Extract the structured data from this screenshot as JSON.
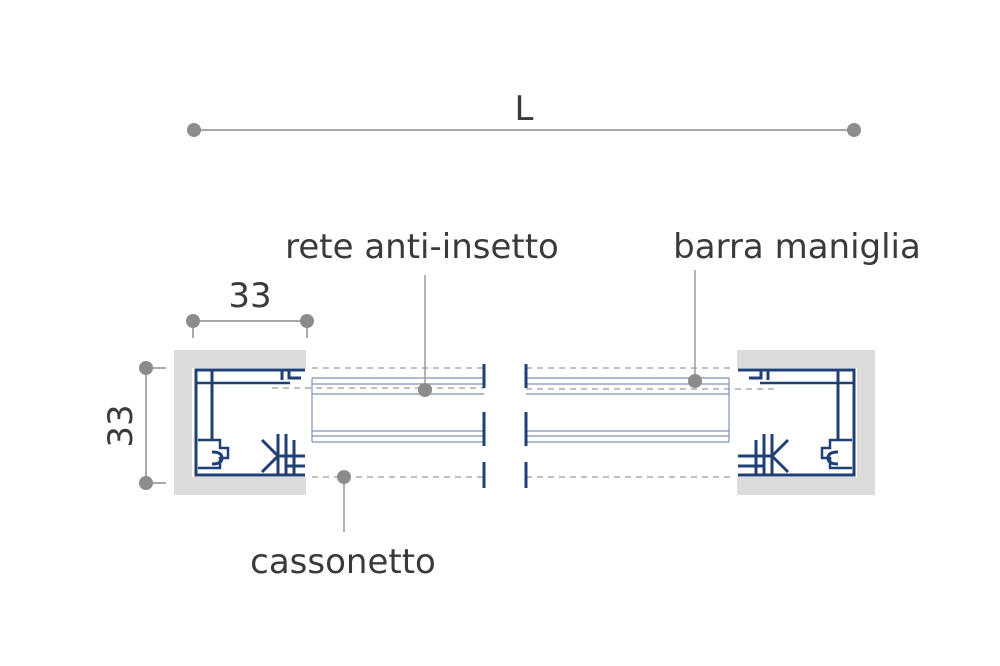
{
  "dimensions": {
    "length": "L",
    "profile_width": "33",
    "profile_height": "33"
  },
  "labels": {
    "insect_net": "rete anti-insetto",
    "handle_bar": "barra maniglia",
    "box": "cassonetto"
  },
  "colors": {
    "profile": "#1f3f75",
    "wall": "#dcdcdc",
    "dimension": "#8c8c8c",
    "text": "#3a3a3a",
    "thin_line": "#7f93b5",
    "dashed": "#9a9a9a"
  }
}
